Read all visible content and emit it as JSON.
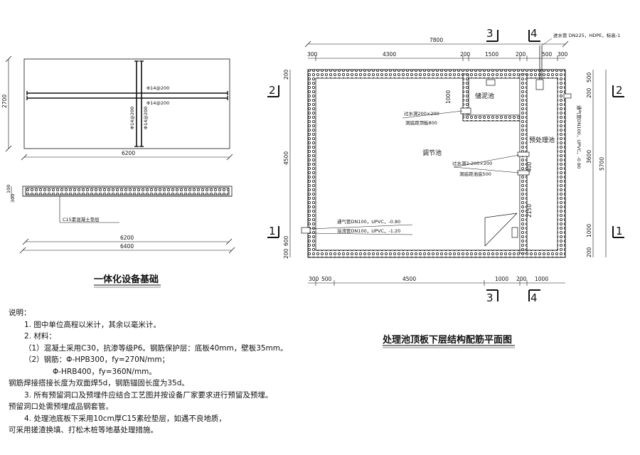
{
  "foundation": {
    "title": "一体化设备基础",
    "plan_height_dim": "2700",
    "plan_width_dim": "6200",
    "rebar_labels": [
      "Φ14@200",
      "Φ14@200",
      "Φ14@200",
      "Φ14@200"
    ],
    "section_dim_left": "100",
    "section_dim_left2": "300",
    "section_width_dim": "6200",
    "section_overall_dim": "6400",
    "cushion_label": "C15素混凝土垫层"
  },
  "tank": {
    "title": "处理池顶板下层结构配筋平面图",
    "overall_dim": "7800",
    "top_dims": [
      "300",
      "4300",
      "200",
      "1500",
      "200",
      "500",
      "300"
    ],
    "bottom_dims": [
      "300",
      "500",
      "4500",
      "1000",
      "200",
      "1000"
    ],
    "left_dims": [
      "200",
      "1000",
      "4500",
      "600",
      "200"
    ],
    "right_dims_inner": [
      "500",
      "200",
      "3600",
      "1000",
      "200"
    ],
    "right_dim_overall": "5700",
    "right_dim_2150": "2150",
    "right_dim_400": "400",
    "rooms": {
      "sediment": "储泥池",
      "regulating": "调节池",
      "pretreatment": "预处理池"
    },
    "annotations": {
      "inlet_pipe": "进水管 DN225，HDPE，标高-1",
      "overflow_hole_1a": "过水洞200×200",
      "overflow_hole_1b": "洞底距顶板800",
      "overflow_hole_2a": "过水洞2-200×200",
      "overflow_hole_2b": "洞底距池底500",
      "vent_pipe": "通气管DN100，UPVC，-0.80",
      "overflow_pipe": "溢流管DN100，UPVC，-1.20",
      "vent_pipe_right": "通气管DN100，UPVC，-0.80"
    },
    "section_markers": {
      "top": [
        "3",
        "4"
      ],
      "bottom": [
        "3",
        "4"
      ],
      "left": [
        "2",
        "1"
      ],
      "right": [
        "2",
        "1"
      ]
    }
  },
  "notes": {
    "heading": "说明：",
    "lines": [
      "1. 图中单位高程以米计，其余以毫米计。",
      "2. 材料：",
      "（1）混凝土采用C30，抗渗等级P6。钢筋保护层：底板40mm，壁板35mm。",
      "（2）钢筋：Φ-HPB300，fy=270N/mm；",
      "Φ-HRB400，fy=360N/mm。",
      "钢筋焊接搭接长度为双面焊5d，钢筋锚固长度为35d。",
      "3. 所有预留洞口及预埋件应结合工艺图并按设备厂家要求进行预留及预埋。",
      "预留洞口处需预埋成品钢套管。",
      "4. 处理池底板下采用10cm厚C15素砼垫层，如遇不良地质，",
      "可采用搓渣换填、打松木桩等地基处理措施。"
    ]
  }
}
